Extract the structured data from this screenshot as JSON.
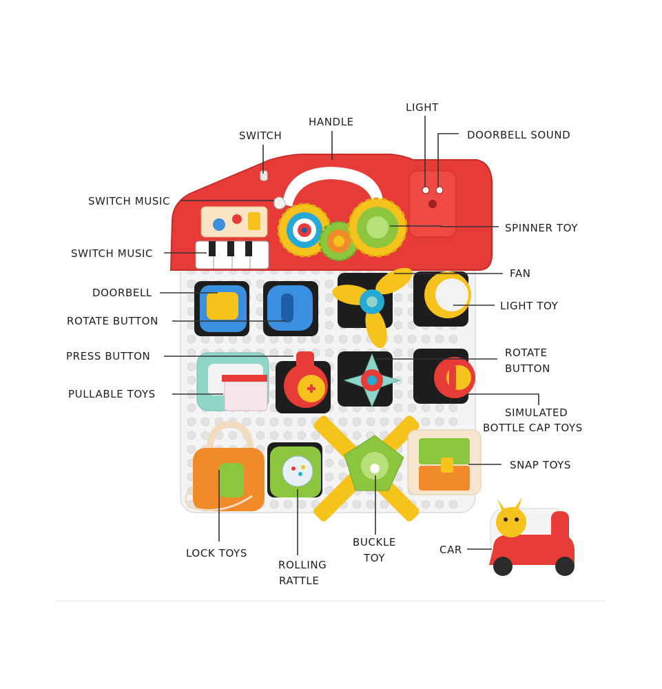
{
  "labels": {
    "light": "LIGHT",
    "handle": "HANDLE",
    "switch": "SWITCH",
    "doorbell_sound": "DOORBELL SOUND",
    "switch_music_1": "SWITCH MUSIC",
    "spinner_toy": "SPINNER TOY",
    "switch_music_2": "SWITCH MUSIC",
    "fan": "FAN",
    "doorbell": "DOORBELL",
    "light_toy": "LIGHT TOY",
    "rotate_button_1": "ROTATE BUTTON",
    "press_button": "PRESS BUTTON",
    "rotate_button_2a": "ROTATE",
    "rotate_button_2b": "BUTTON",
    "pullable_toys": "PULLABLE TOYS",
    "simulated_bottle_cap_a": "SIMULATED",
    "simulated_bottle_cap_b": "BOTTLE CAP TOYS",
    "snap_toys": "SNAP TOYS",
    "lock_toys": "LOCK TOYS",
    "rolling_rattle_a": "ROLLING",
    "rolling_rattle_b": "RATTLE",
    "buckle_toy_a": "BUCKLE",
    "buckle_toy_b": "TOY",
    "car": "CAR"
  },
  "colors": {
    "board_red": "#e63b36",
    "board_white": "#f4f4f4",
    "accent_yellow": "#f6c21c",
    "accent_blue": "#3b8fe0",
    "accent_teal": "#8fd5c9",
    "accent_orange": "#f08a2a",
    "accent_green": "#8cc63f",
    "accent_cyan": "#27a9d6"
  }
}
